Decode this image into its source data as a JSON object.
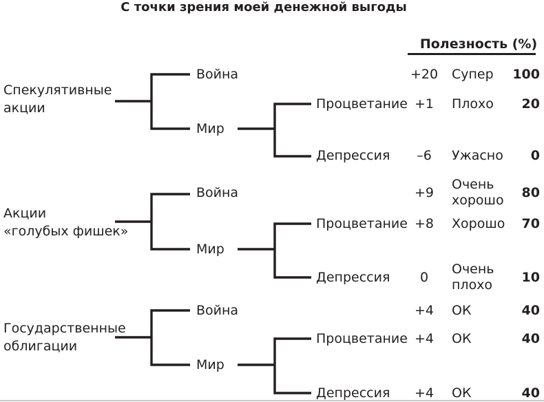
{
  "title": "С точки зрения моей денежной выгоды",
  "utility_header": "Полезность (%)",
  "ink_color": "#231f20",
  "tree": {
    "peace_label": "Мир",
    "options": [
      {
        "name_line1": "Спекулятивные",
        "name_line2": "акции"
      },
      {
        "name_line1": "Акции",
        "name_line2": "«голубых фишек»"
      },
      {
        "name_line1": "Государственные",
        "name_line2": "облигации"
      }
    ]
  },
  "outcomes": [
    {
      "option": "Спекулятивные акции",
      "event": "Война",
      "payoff": "+20",
      "rating": "Супер",
      "utility": "100"
    },
    {
      "option": "Спекулятивные акции",
      "event": "Процветание",
      "payoff": "+1",
      "rating": "Плохо",
      "utility": "20"
    },
    {
      "option": "Спекулятивные акции",
      "event": "Депрессия",
      "payoff": "–6",
      "rating": "Ужасно",
      "utility": "0"
    },
    {
      "option": "Акции «голубых фишек»",
      "event": "Война",
      "payoff": "+9",
      "rating": "Очень хорошо",
      "utility": "80"
    },
    {
      "option": "Акции «голубых фишек»",
      "event": "Процветание",
      "payoff": "+8",
      "rating": "Хорошо",
      "utility": "70"
    },
    {
      "option": "Акции «голубых фишек»",
      "event": "Депрессия",
      "payoff": "0",
      "rating": "Очень плохо",
      "utility": "10"
    },
    {
      "option": "Государственные облигации",
      "event": "Война",
      "payoff": "+4",
      "rating": "ОК",
      "utility": "40"
    },
    {
      "option": "Государственные облигации",
      "event": "Процветание",
      "payoff": "+4",
      "rating": "ОК",
      "utility": "40"
    },
    {
      "option": "Государственные облигации",
      "event": "Депрессия",
      "payoff": "+4",
      "rating": "ОК",
      "utility": "40"
    }
  ]
}
